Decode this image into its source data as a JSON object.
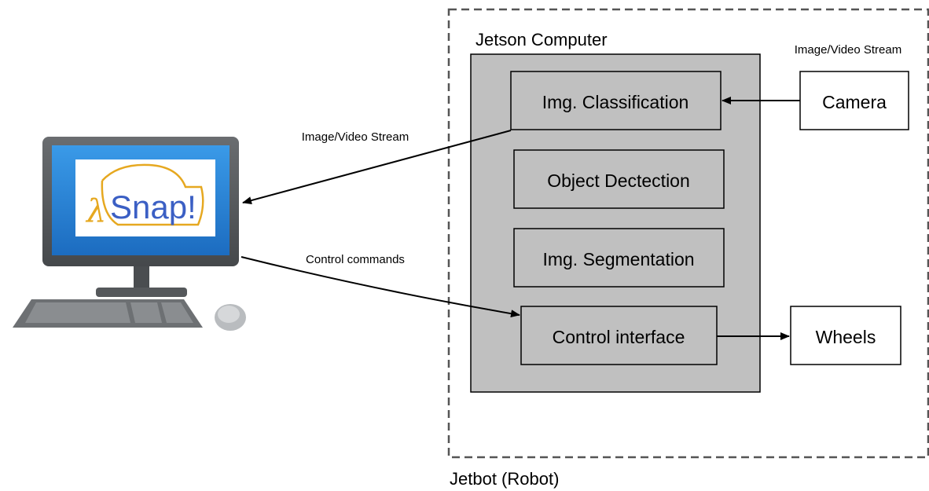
{
  "robot": {
    "label": "Jetbot (Robot)"
  },
  "jetson": {
    "title": "Jetson Computer"
  },
  "modules": {
    "classification": "Img. Classification",
    "detection": "Object Dectection",
    "segmentation": "Img. Segmentation",
    "control": "Control interface"
  },
  "devices": {
    "camera": "Camera",
    "wheels": "Wheels"
  },
  "edges": {
    "camera_stream": "Image/Video Stream",
    "pc_stream": "Image/Video Stream",
    "control_commands": "Control commands"
  },
  "pc": {
    "logo_lambda": "λ",
    "logo_text": "Snap!"
  },
  "colors": {
    "box_fill": "#c0c0c0",
    "monitor_frame": "#5a5d60",
    "screen_blue": "#2a84d8",
    "logo_blue": "#3b5fc4",
    "logo_gold": "#e6a820",
    "keyboard": "#6d7073"
  }
}
